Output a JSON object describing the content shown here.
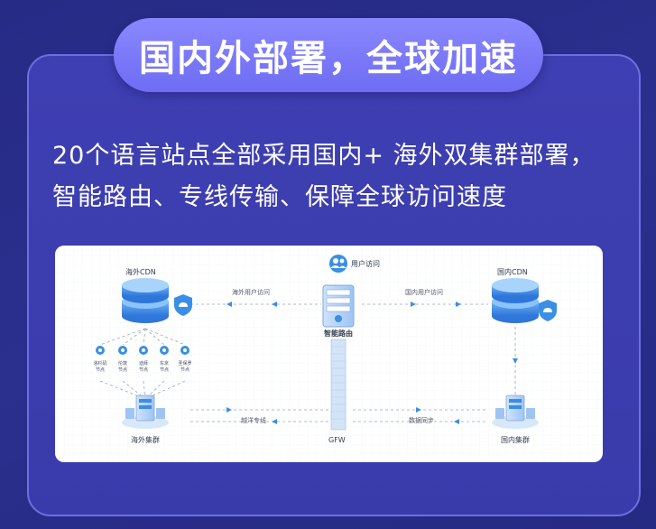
{
  "title": "国内外部署，全球加速",
  "description": "20个语言站点全部采用国内+  海外双集群部署，智能路由、专线传输、保障全球访问速度",
  "diagram": {
    "user_access": "用户访问",
    "overseas_cdn": "海外CDN",
    "domestic_cdn": "国内CDN",
    "overseas_user_access": "海外用户访问",
    "domestic_user_access": "国内用户访问",
    "smart_routing": "智能路由",
    "ocean_line": "越洋专线",
    "data_sync": "数据同步",
    "gfw": "GFW",
    "overseas_cluster": "海外集群",
    "domestic_cluster": "国内集群",
    "nodes": [
      {
        "name": "洛杉矶",
        "suffix": "节点"
      },
      {
        "name": "伦敦",
        "suffix": "节点"
      },
      {
        "name": "迪拜",
        "suffix": "节点"
      },
      {
        "name": "东京",
        "suffix": "节点"
      },
      {
        "name": "圣保罗",
        "suffix": "节点"
      }
    ]
  },
  "colors": {
    "background": "#262b86",
    "card": "#3e3fb2",
    "pill": "#7c7af8",
    "accent_blue": "#3a8ee6"
  }
}
